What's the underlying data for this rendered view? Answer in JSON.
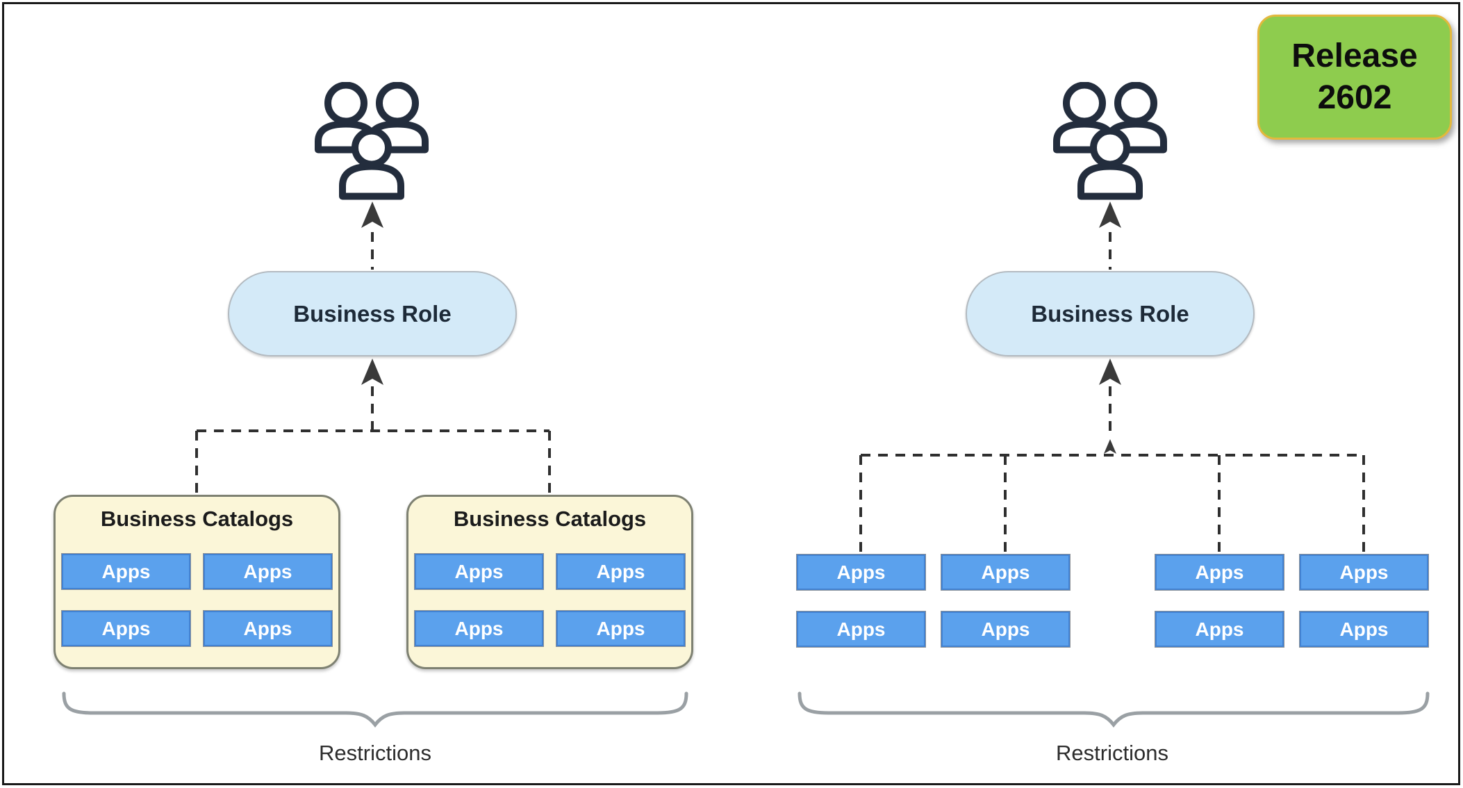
{
  "badge": {
    "line1": "Release",
    "line2": "2602"
  },
  "left_panel": {
    "users_icon": "users-group-icon",
    "role_label": "Business Role",
    "catalogs": [
      {
        "title": "Business Catalogs",
        "apps": [
          "Apps",
          "Apps",
          "Apps",
          "Apps"
        ]
      },
      {
        "title": "Business Catalogs",
        "apps": [
          "Apps",
          "Apps",
          "Apps",
          "Apps"
        ]
      }
    ],
    "restrictions_label": "Restrictions"
  },
  "right_panel": {
    "users_icon": "users-group-icon",
    "role_label": "Business Role",
    "apps_groups": [
      [
        "Apps",
        "Apps",
        "Apps",
        "Apps"
      ],
      [
        "Apps",
        "Apps",
        "Apps",
        "Apps"
      ]
    ],
    "restrictions_label": "Restrictions"
  },
  "colors": {
    "app_fill": "#5ba1ed",
    "app_border": "#4282d2",
    "catalog_fill": "#fbf6d8",
    "catalog_border": "#7e8172",
    "pill_fill": "#d4eaf8",
    "pill_border": "#b3bac0",
    "badge_fill": "#8ecc4e",
    "badge_border": "#e3b83d",
    "line_color": "#2f2f2f",
    "brace_color": "#9aa0a4",
    "icon_color": "#232d3d"
  }
}
